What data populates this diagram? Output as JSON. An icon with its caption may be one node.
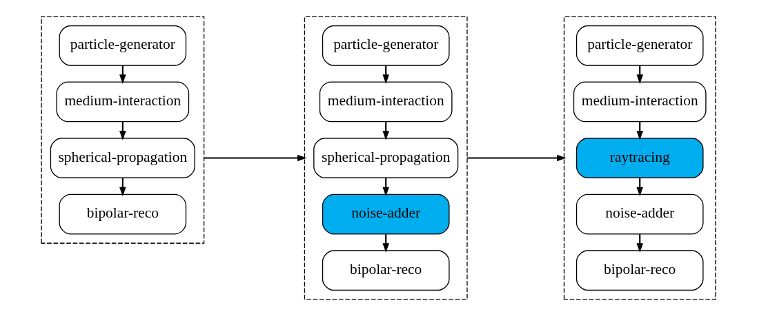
{
  "diagram": {
    "nodes": [
      {
        "text": [],
        "shape": "box"
      },
      {
        "text": [
          "particle-generator"
        ],
        "in": 0
      },
      {
        "text": [
          "medium-interaction"
        ],
        "in": 0
      },
      {
        "text": [
          "spherical-propagation"
        ],
        "in": 0
      },
      {
        "text": [
          "bipolar-reco"
        ],
        "in": 0
      },
      {
        "text": [],
        "shape": "box"
      },
      {
        "text": [
          "particle-generator"
        ],
        "in": 5
      },
      {
        "text": [
          "medium-interaction"
        ],
        "in": 5
      },
      {
        "text": [
          "spherical-propagation"
        ],
        "in": 5
      },
      {
        "text": [
          "noise-adder"
        ],
        "in": 5
      },
      {
        "text": [
          "bipolar-reco"
        ],
        "in": 5
      },
      {
        "text": [],
        "shape": "box"
      },
      {
        "text": [
          "particle-generator"
        ],
        "in": 11
      },
      {
        "text": [
          "medium-interaction"
        ],
        "in": 11
      },
      {
        "text": [
          "raytracing"
        ],
        "in": 11
      },
      {
        "text": [
          "noise-adder"
        ],
        "in": 11
      },
      {
        "text": [
          "bipolar-reco"
        ],
        "in": 11
      }
    ],
    "edges": [
      {
        "from": 1,
        "to": 2,
        "arrow": "to"
      },
      {
        "from": 2,
        "to": 3,
        "arrow": "to"
      },
      {
        "from": 3,
        "to": 4,
        "arrow": "to"
      },
      {
        "from": 0,
        "to": 5,
        "arrow": "to"
      },
      {
        "from": 6,
        "to": 7,
        "arrow": "to"
      },
      {
        "from": 7,
        "to": 8,
        "arrow": "to"
      },
      {
        "from": 8,
        "to": 9,
        "arrow": "to"
      },
      {
        "from": 9,
        "to": 10,
        "arrow": "to"
      },
      {
        "from": 5,
        "to": 11,
        "arrow": "to"
      },
      {
        "from": 12,
        "to": 13,
        "arrow": "to"
      },
      {
        "from": 13,
        "to": 14,
        "arrow": "to"
      },
      {
        "from": 14,
        "to": 15,
        "arrow": "to"
      },
      {
        "from": 15,
        "to": 16,
        "arrow": "to"
      }
    ]
  }
}
